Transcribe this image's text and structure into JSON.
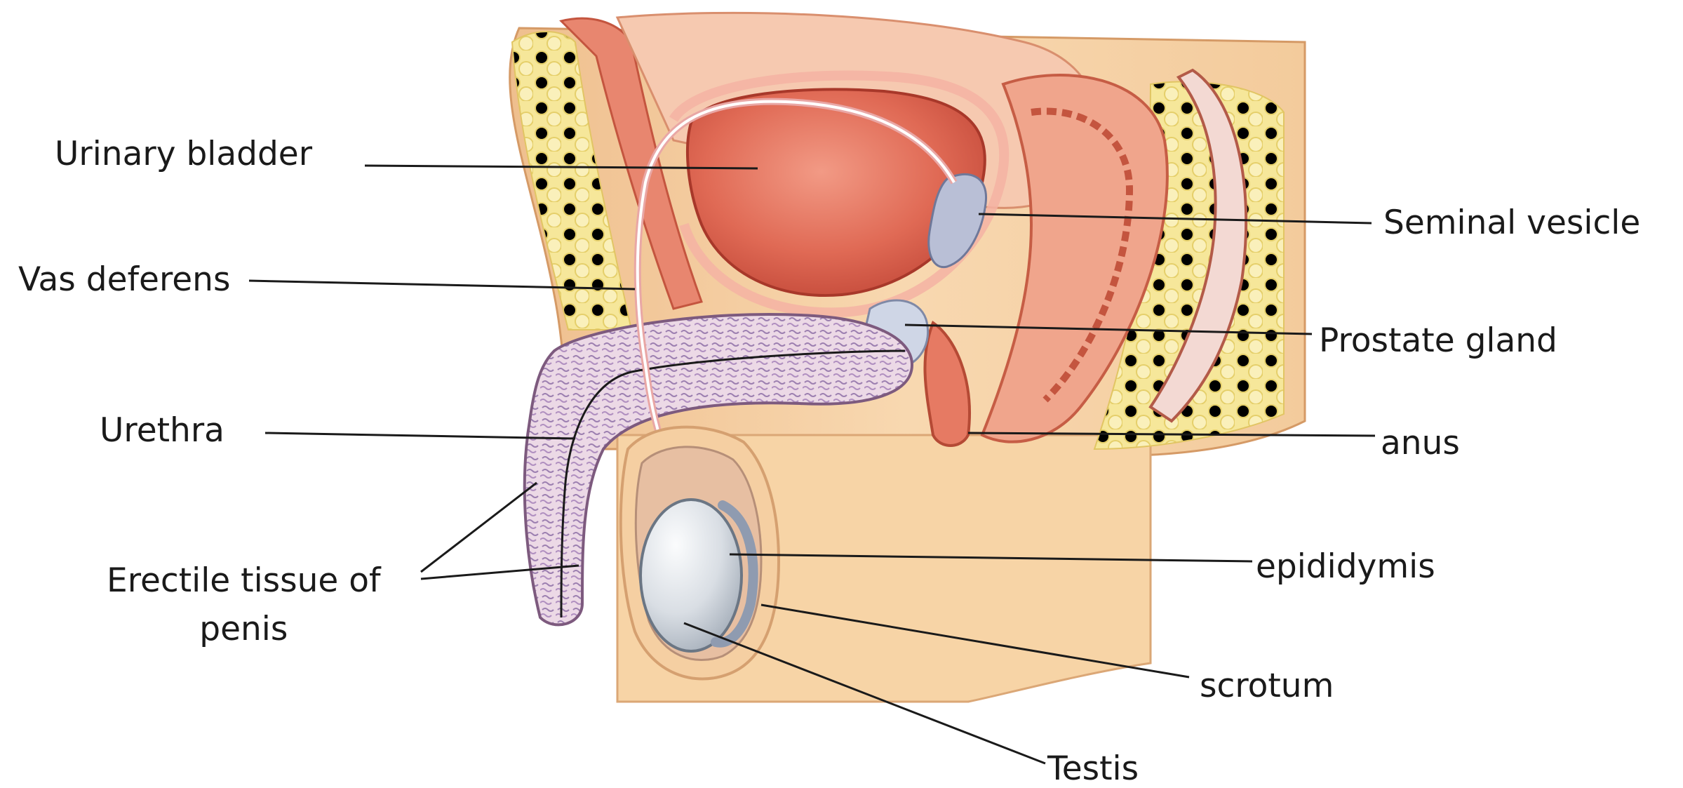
{
  "labels": {
    "urinary_bladder": "Urinary bladder",
    "vas_deferens": "Vas deferens",
    "urethra": "Urethra",
    "erectile_tissue_line1": "Erectile tissue of",
    "erectile_tissue_line2": "penis",
    "seminal_vesicle": "Seminal vesicle",
    "prostate_gland": "Prostate gland",
    "anus": "anus",
    "epididymis": "epididymis",
    "scrotum": "scrotum",
    "testis": "Testis"
  },
  "colors": {
    "background": "#ffffff",
    "skin": "#f6d3a8",
    "skin_shade": "#e9b784",
    "fat": "#f5e48e",
    "muscle": "#e9806f",
    "bladder": "#e26a55",
    "tissue_pink": "#f2c5c8",
    "leader_line": "#1a1a1a"
  }
}
